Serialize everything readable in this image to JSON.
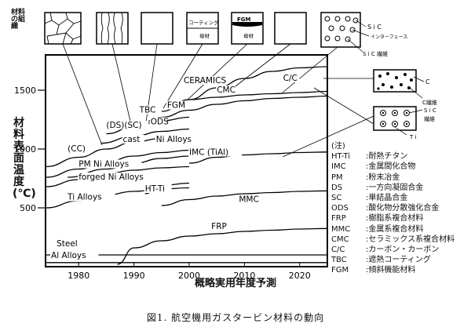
{
  "chart_data": {
    "type": "line",
    "xlabel": "概略実用年度予測",
    "ylabel": "材料表面温度(℃)",
    "xlim": [
      1974,
      2025
    ],
    "ylim": [
      0,
      1800
    ],
    "xticks": [
      1980,
      1990,
      2000,
      2010,
      2020
    ],
    "yticks": [
      500,
      1000,
      1500
    ],
    "series": [
      {
        "name": "CERAMICS",
        "x": [
          1995,
          2000,
          2005,
          2010,
          2015,
          2020,
          2025
        ],
        "y": [
          1320,
          1420,
          1520,
          1600,
          1660,
          1690,
          1700
        ]
      },
      {
        "name": "C/C",
        "x": [
          2000,
          2005,
          2010,
          2015,
          2020,
          2025
        ],
        "y": [
          1420,
          1440,
          1460,
          1470,
          1480,
          1490
        ]
      },
      {
        "name": "CMC",
        "x": [
          1990,
          1995,
          2000,
          2005,
          2010,
          2015,
          2020,
          2025
        ],
        "y": [
          1190,
          1270,
          1330,
          1380,
          1410,
          1430,
          1440,
          1450
        ]
      },
      {
        "name": "TBC FGM",
        "x": [
          1985,
          1990,
          1995,
          2000
        ],
        "y": [
          1130,
          1190,
          1240,
          1270
        ]
      },
      {
        "name": "(DS)(SC) ODS",
        "x": [
          1984,
          1990,
          1995,
          2000
        ],
        "y": [
          1050,
          1110,
          1150,
          1170
        ]
      },
      {
        "name": "(CC)",
        "x": [
          1974,
          1980,
          1985,
          1990,
          1995,
          2000
        ],
        "y": [
          850,
          930,
          1000,
          1060,
          1090,
          1100
        ]
      },
      {
        "name": "cast Ni Alloys",
        "x": [
          1974,
          1980,
          1985,
          1990,
          1995,
          2000
        ],
        "y": [
          760,
          830,
          890,
          940,
          970,
          990
        ]
      },
      {
        "name": "PM Ni Alloys",
        "x": [
          1978,
          1985,
          1990,
          1995,
          2000
        ],
        "y": [
          760,
          830,
          880,
          920,
          940
        ]
      },
      {
        "name": "forged Ni Alloys",
        "x": [
          1974,
          1980,
          1985,
          1990,
          1995,
          2000
        ],
        "y": [
          680,
          740,
          790,
          820,
          840,
          850
        ]
      },
      {
        "name": "Ti Alloys",
        "x": [
          1974,
          1980,
          1985,
          1990,
          1995,
          2000
        ],
        "y": [
          500,
          560,
          610,
          640,
          660,
          670
        ]
      },
      {
        "name": "IMC (TiAl)",
        "x": [
          2000,
          2005,
          2010,
          2015,
          2020,
          2025
        ],
        "y": [
          880,
          930,
          950,
          960,
          970,
          975
        ]
      },
      {
        "name": "HT-Ti",
        "x": [
          1992,
          1995,
          2000
        ],
        "y": [
          620,
          690,
          710
        ]
      },
      {
        "name": "MMC",
        "x": [
          1995,
          2000,
          2005,
          2010,
          2015,
          2020,
          2025
        ],
        "y": [
          520,
          570,
          600,
          620,
          630,
          640,
          645
        ]
      },
      {
        "name": "FRP",
        "x": [
          1987,
          1990,
          1995,
          2000,
          2005,
          2010,
          2015,
          2020,
          2025
        ],
        "y": [
          20,
          160,
          220,
          260,
          280,
          300,
          310,
          320,
          325
        ]
      },
      {
        "name": "Steel",
        "x": [
          1974,
          2025
        ],
        "y": [
          100,
          100
        ]
      },
      {
        "name": "Al Alloys",
        "x": [
          1974,
          2025
        ],
        "y": [
          35,
          35
        ]
      }
    ],
    "labels": [
      {
        "text": "CERAMICS",
        "x": 1999,
        "y": 1560
      },
      {
        "text": "C/C",
        "x": 2017,
        "y": 1580
      },
      {
        "text": "CMC",
        "x": 2005,
        "y": 1480
      },
      {
        "text": "TBC",
        "x": 1991,
        "y": 1310
      },
      {
        "text": "FGM",
        "x": 1996,
        "y": 1350
      },
      {
        "text": "(DS)(SC)",
        "x": 1985,
        "y": 1180
      },
      {
        "text": "ODS",
        "x": 1993,
        "y": 1210
      },
      {
        "text": "(CC)",
        "x": 1978,
        "y": 980
      },
      {
        "text": "cast",
        "x": 1988,
        "y": 1060
      },
      {
        "text": "Ni Alloys",
        "x": 1994,
        "y": 1060
      },
      {
        "text": "PM Ni Alloys",
        "x": 1980,
        "y": 850
      },
      {
        "text": "forged Ni Alloys",
        "x": 1980,
        "y": 740
      },
      {
        "text": "IMC (TiAl)",
        "x": 2000,
        "y": 950
      },
      {
        "text": "HT-Ti",
        "x": 1992,
        "y": 640
      },
      {
        "text": "Ti Alloys",
        "x": 1978,
        "y": 570
      },
      {
        "text": "MMC",
        "x": 2009,
        "y": 550
      },
      {
        "text": "FRP",
        "x": 2004,
        "y": 320
      },
      {
        "text": "Steel",
        "x": 1976,
        "y": 175
      },
      {
        "text": "Al Alloys",
        "x": 1975,
        "y": 75
      }
    ]
  },
  "ylabel_text": "材料表面温度(℃)",
  "xlabel_text": "概略実用年度予測",
  "strip_label": "材料の組織",
  "strip_texts": {
    "coating": "コーティング",
    "base_metal": "母材",
    "fgm": "FGM",
    "sic": "S i C",
    "interphase": "インターフェース",
    "sic_fiber": "S i C 繊維"
  },
  "right_texts": {
    "c": "C",
    "c_fiber": "C繊維",
    "sic": "S i C",
    "fiber": "繊維",
    "ti": "T i"
  },
  "notes_title": "(注)",
  "notes": [
    {
      "abbr": "HT-Ti",
      "desc": ":耐熱チタン"
    },
    {
      "abbr": "IMC",
      "desc": ":金属間化合物"
    },
    {
      "abbr": "PM",
      "desc": ":粉末冶金"
    },
    {
      "abbr": "DS",
      "desc": ":一方向凝固合金"
    },
    {
      "abbr": "SC",
      "desc": ":単結晶合金"
    },
    {
      "abbr": "ODS",
      "desc": ":酸化物分散強化合金"
    },
    {
      "abbr": "FRP",
      "desc": ":樹脂系複合材料"
    },
    {
      "abbr": "MMC",
      "desc": ":金属系複合材料"
    },
    {
      "abbr": "CMC",
      "desc": ":セラミックス系複合材料"
    },
    {
      "abbr": "C/C",
      "desc": ":カーボン・カーボン"
    },
    {
      "abbr": "TBC",
      "desc": ":遮熱コーティング"
    },
    {
      "abbr": "FGM",
      "desc": ":傾斜機能材料"
    }
  ],
  "caption": "図1. 航空機用ガスタービン材料の動向"
}
